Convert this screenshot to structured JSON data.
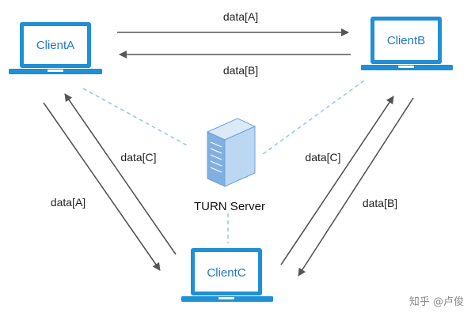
{
  "colors": {
    "laptop_blue": "#1f8fd6",
    "screen_fill": "#ffffff",
    "client_text": "#2277c8",
    "arrow": "#555555",
    "dashed": "#9cc8ec",
    "server_front": "#bcd7f1",
    "server_side": "#7fb0df",
    "server_top": "#dbeaf9"
  },
  "nodes": {
    "client_a": {
      "label": "ClientA",
      "icon": "laptop-icon"
    },
    "client_b": {
      "label": "ClientB",
      "icon": "laptop-icon"
    },
    "client_c": {
      "label": "ClientC",
      "icon": "laptop-icon"
    },
    "server": {
      "label": "TURN Server",
      "icon": "server-icon"
    }
  },
  "edges": {
    "a_to_b": {
      "label": "data[A]"
    },
    "b_to_a": {
      "label": "data[B]"
    },
    "a_to_c": {
      "label": "data[A]"
    },
    "c_to_a": {
      "label": "data[C]"
    },
    "c_to_b": {
      "label": "data[C]"
    },
    "b_to_c": {
      "label": "data[B]"
    }
  },
  "watermark": "知乎 @卢俊"
}
